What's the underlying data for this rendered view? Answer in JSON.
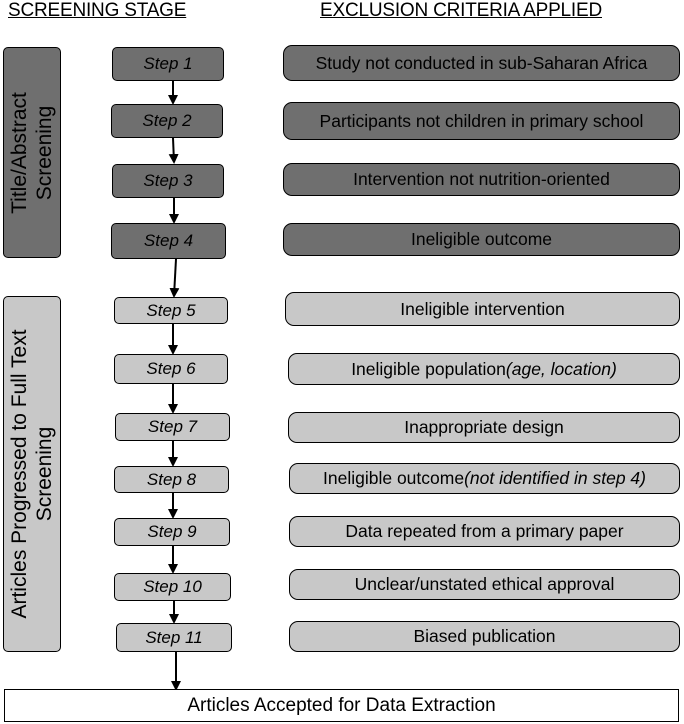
{
  "headers": {
    "stage": "SCREENING STAGE",
    "criteria": "EXCLUSION CRITERIA APPLIED"
  },
  "phases": [
    {
      "label_line1": "Title/Abstract",
      "label_line2": "Screening",
      "fill": "#6f6f6f"
    },
    {
      "label_line1": "Articles Progressed to Full Text",
      "label_line2": "Screening",
      "fill": "#c8c8c8"
    }
  ],
  "steps": [
    {
      "label": "Step 1",
      "criterion": "Study not conducted in sub-Saharan Africa",
      "criterion_note": ""
    },
    {
      "label": "Step 2",
      "criterion": "Participants not children in primary school",
      "criterion_note": ""
    },
    {
      "label": "Step 3",
      "criterion": "Intervention not nutrition-oriented",
      "criterion_note": ""
    },
    {
      "label": "Step 4",
      "criterion": "Ineligible outcome",
      "criterion_note": ""
    },
    {
      "label": "Step 5",
      "criterion": "Ineligible intervention",
      "criterion_note": ""
    },
    {
      "label": "Step 6",
      "criterion": "Ineligible population ",
      "criterion_note": "(age, location)"
    },
    {
      "label": "Step 7",
      "criterion": "Inappropriate design",
      "criterion_note": ""
    },
    {
      "label": "Step 8",
      "criterion": "Ineligible outcome ",
      "criterion_note": "(not identified in step 4)"
    },
    {
      "label": "Step 9",
      "criterion": "Data repeated from a primary paper",
      "criterion_note": ""
    },
    {
      "label": "Step 10",
      "criterion": "Unclear/unstated ethical approval",
      "criterion_note": ""
    },
    {
      "label": "Step 11",
      "criterion": "Biased publication",
      "criterion_note": ""
    }
  ],
  "final": "Articles Accepted for Data Extraction",
  "colors": {
    "dark": "#6f6f6f",
    "light": "#c8c8c8"
  }
}
